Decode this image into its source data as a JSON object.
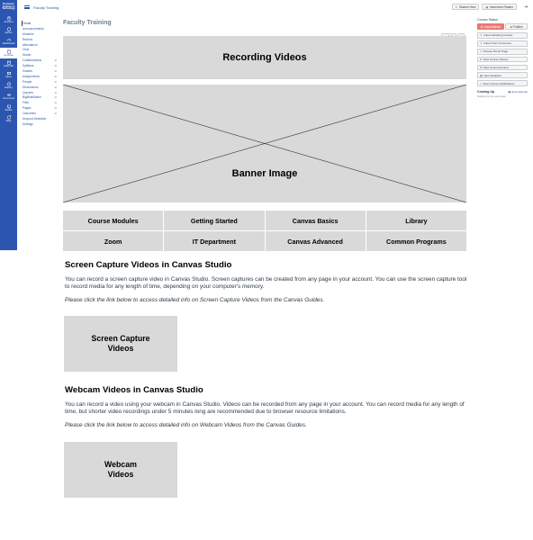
{
  "global_nav": {
    "logo_lines": [
      "Rochester",
      "Institute of",
      "Technology"
    ],
    "items": [
      {
        "label": "Account",
        "icon": "account-icon"
      },
      {
        "label": "Admin",
        "icon": "admin-icon"
      },
      {
        "label": "Dashboard",
        "icon": "dashboard-icon"
      },
      {
        "label": "Courses",
        "icon": "courses-icon",
        "active": true
      },
      {
        "label": "Calendar",
        "icon": "calendar-icon"
      },
      {
        "label": "Inbox",
        "icon": "inbox-icon"
      },
      {
        "label": "History",
        "icon": "history-icon"
      },
      {
        "label": "Commons",
        "icon": "commons-icon"
      },
      {
        "label": "Studio",
        "icon": "studio-icon"
      },
      {
        "label": "Help",
        "icon": "help-icon",
        "badge": "10"
      }
    ],
    "bg_color": "#2a56b0"
  },
  "topbar": {
    "breadcrumb": "Faculty Training",
    "student_view": "Student View",
    "immersive_reader": "Immersive Reader"
  },
  "course_nav": [
    {
      "label": "Home",
      "active": true
    },
    {
      "label": "Announcements"
    },
    {
      "label": "Modules"
    },
    {
      "label": "Rubrics"
    },
    {
      "label": "Attendance"
    },
    {
      "label": "Chat"
    },
    {
      "label": "Studio"
    },
    {
      "label": "Collaborations",
      "hidden": true
    },
    {
      "label": "Syllabus",
      "hidden": true
    },
    {
      "label": "Grades",
      "hidden": true
    },
    {
      "label": "Assignments",
      "hidden": true
    },
    {
      "label": "People",
      "hidden": true
    },
    {
      "label": "Discussions",
      "hidden": true
    },
    {
      "label": "Quizzes",
      "hidden": true
    },
    {
      "label": "BigBlueButton",
      "hidden": true
    },
    {
      "label": "Files",
      "hidden": true
    },
    {
      "label": "Pages",
      "hidden": true
    },
    {
      "label": "Outcomes",
      "hidden": true
    },
    {
      "label": "Dropout Detective"
    },
    {
      "label": "Settings"
    }
  ],
  "main": {
    "title": "Faculty Training",
    "edit_label": "Edit",
    "recording_banner": "Recording Videos",
    "banner_image_label": "Banner Image",
    "buttons": [
      "Course Modules",
      "Getting Started",
      "Canvas Basics",
      "Library",
      "Zoom",
      "IT Department",
      "Canvas Advanced",
      "Common Programs"
    ],
    "screen_capture": {
      "title": "Screen Capture Videos in Canvas Studio",
      "body": "You can record a screen capture video in Canvas Studio. Screen captures can be created from any page in your account. You can use the screen capture tool to record media for any length of time, depending on your computer's memory.",
      "note": "Please click the link below to access detailed info on Screen Capture Videos from the Canvas Guides.",
      "box": "Screen Capture\nVideos"
    },
    "webcam": {
      "title": "Webcam Videos in Canvas Studio",
      "body": "You can record a video using your webcam in Canvas Studio. Videos can be recorded from any page in your account. You can record media for any length of time, but shorter video recordings under 5 minutes long are recommended due to browser resource limitations.",
      "note": "Please click the link below to access detailed info on Webcam Videos from the Canvas Guides.",
      "box": "Webcam\nVideos"
    }
  },
  "sidebar": {
    "status_title": "Course Status",
    "unpublished": "Unpublished",
    "publish": "Publish",
    "links": [
      "Import Existing Content",
      "Import from Commons",
      "Choose Home Page",
      "View Course Stream",
      "New Announcement",
      "New Analytics",
      "View Course Notifications"
    ],
    "coming_up": "Coming Up",
    "view_calendar": "View Calendar",
    "nothing": "Nothing for the next week"
  }
}
